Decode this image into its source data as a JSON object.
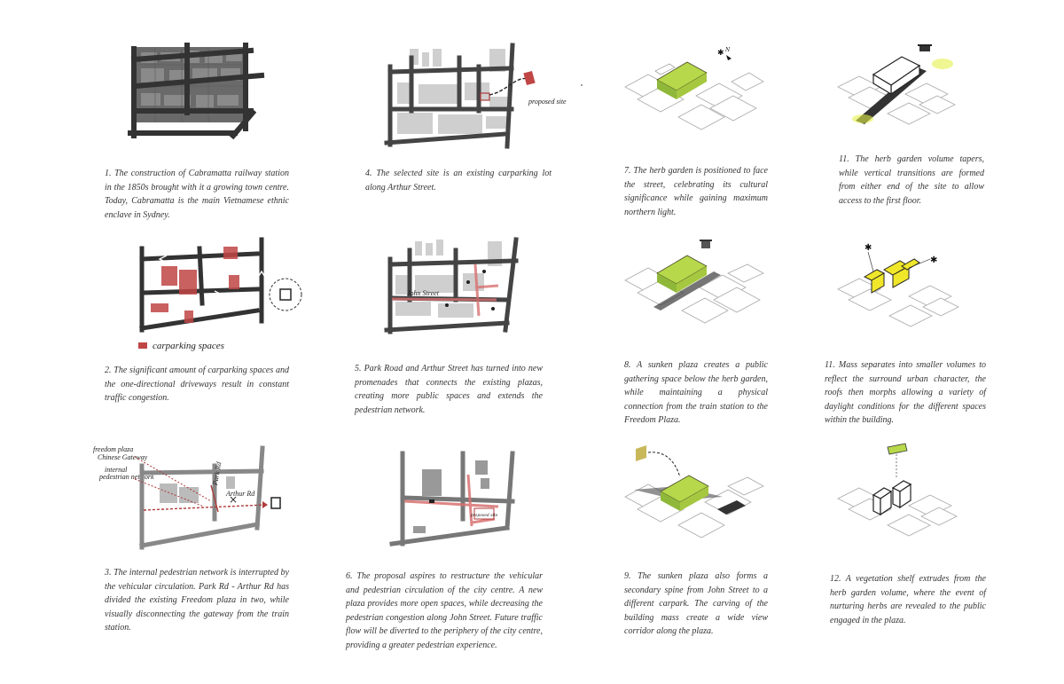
{
  "panels": [
    {
      "caption": "1. The construction of Cabramatta railway station in the 1850s brought with it a growing town centre. Today, Cabramatta is the main Vietnamese ethnic enclave in Sydney."
    },
    {
      "caption": "2. The significant amount of carparking spaces and the one-directional driveways result in constant traffic congestion.",
      "legend": "carparking spaces"
    },
    {
      "caption": "3. The internal pedestrian network is interrupted by the vehicular circulation. Park Rd - Arthur Rd has divided the existing Freedom plaza in two, while visually disconnecting the gateway from the train station.",
      "labels": {
        "a": "freedom plaza",
        "b": "Chinese Gateway",
        "c": "internal",
        "d": "pedestrian network",
        "e": "Park Rd",
        "f": "Arthur Rd"
      }
    },
    {
      "caption": "4. The selected site is an existing carparking lot along Arthur Street.",
      "label": "proposed site"
    },
    {
      "caption": "5. Park Road and Arthur Street has turned into new promenades that connects the existing plazas, creating more public spaces and extends the pedestrian network.",
      "label": "John Street"
    },
    {
      "caption": "6. The proposal aspires to restructure the vehicular and pedestrian circulation of the city centre. A new plaza provides more open spaces, while decreasing the pedestrian congestion along John Street. Future traffic flow will be diverted to the periphery of the city centre, providing a greater pedestrian experience.",
      "label": "proposed site"
    },
    {
      "caption": "7. The herb garden is positioned to face the street, celebrating its cultural significance while gaining maximum northern light.",
      "label": "N"
    },
    {
      "caption": "8. A sunken plaza creates a public gathering space below the herb garden, while maintaining a physical connection from the train station to the Freedom Plaza."
    },
    {
      "caption": "9. The sunken plaza also forms a secondary spine from John Street to a different carpark. The carving of the building mass create a wide view corridor along the plaza."
    },
    {
      "caption": "11. The herb garden volume tapers, while vertical transitions are formed from either end of the site to allow access to the first floor."
    },
    {
      "caption": "11. Mass separates into smaller volumes to reflect the surround urban character, the roofs then morphs allowing a variety of daylight conditions for the different spaces within the building."
    },
    {
      "caption": "12. A vegetation shelf extrudes from the herb garden volume, where the event of nurturing herbs are revealed to the public engaged in the plaza."
    }
  ],
  "colors": {
    "road": "#3a3a3a",
    "red": "#b03a3a",
    "green": "#b6d84a",
    "yellow": "#f0e62a"
  }
}
